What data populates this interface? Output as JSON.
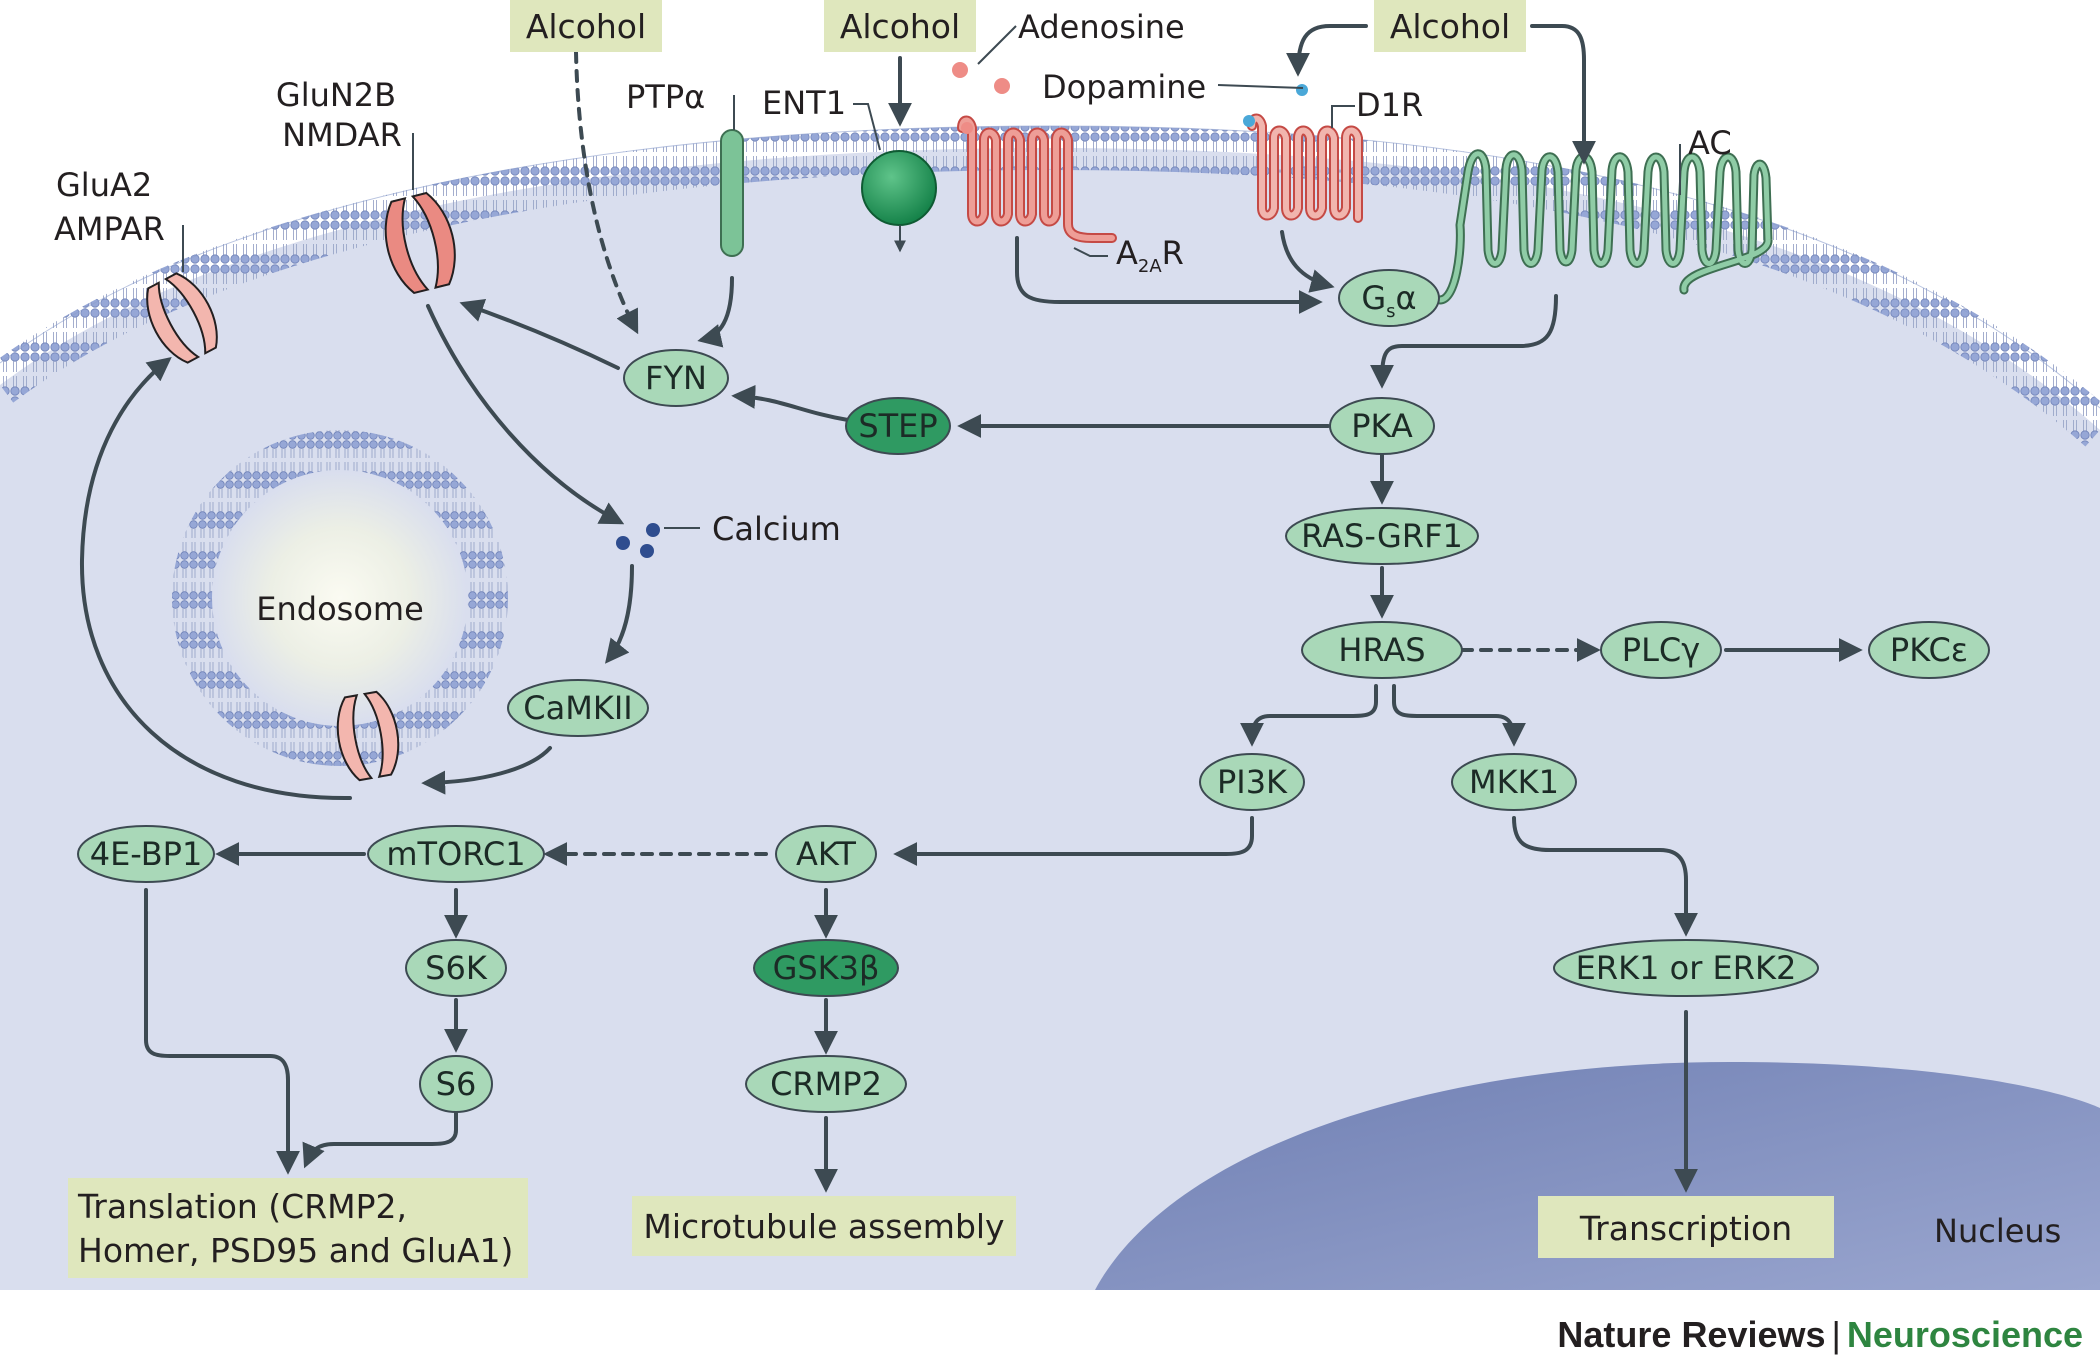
{
  "alcohol_boxes": [
    "Alcohol",
    "Alcohol",
    "Alcohol"
  ],
  "labels": {
    "adenosine": "Adenosine",
    "dopamine": "Dopamine",
    "ptpa": "PTPα",
    "ent1": "ENT1",
    "d1r": "D1R",
    "ac": "AC",
    "glun2b_line1": "GluN2B",
    "glun2b_line2": "NMDAR",
    "glua2_line1": "GluA2",
    "glua2_line2": "AMPAR",
    "a2ar_main": "A",
    "a2ar_sub": "2A",
    "a2ar_tail": "R",
    "gsa_main": "G",
    "gsa_sub": "s",
    "gsa_tail": "α",
    "calcium": "Calcium",
    "endosome": "Endosome",
    "nucleus": "Nucleus"
  },
  "nodes": {
    "fyn": "FYN",
    "step": "STEP",
    "pka": "PKA",
    "rasgrf1": "RAS-GRF1",
    "hras": "HRAS",
    "plcg": "PLCγ",
    "pkce": "PKCε",
    "pi3k": "PI3K",
    "mkk1": "MKK1",
    "akt": "AKT",
    "mtorc1": "mTORC1",
    "4ebp1": "4E-BP1",
    "s6k": "S6K",
    "s6": "S6",
    "gsk3b": "GSK3β",
    "crmp2": "CRMP2",
    "erk": "ERK1 or ERK2",
    "camkii": "CaMKII"
  },
  "outcomes": {
    "translation_line1": "Translation (CRMP2,",
    "translation_line2": "Homer, PSD95 and GluA1)",
    "microtubule": "Microtubule assembly",
    "transcription": "Transcription"
  },
  "footer": {
    "publisher": "Nature Reviews",
    "separator": "|",
    "journal": "Neuroscience"
  },
  "colors": {
    "node_fill": "#a9d8b8",
    "node_dark_fill": "#2f9a62",
    "cytoplasm": "#d9deee",
    "nucleus": "#8592bd",
    "outcome_box": "#dfe7bd",
    "membrane_heads": "#96a7d6",
    "arrow": "#3d4a52",
    "receptor_red": "#e89c96",
    "green_protein": "#7cc397"
  }
}
